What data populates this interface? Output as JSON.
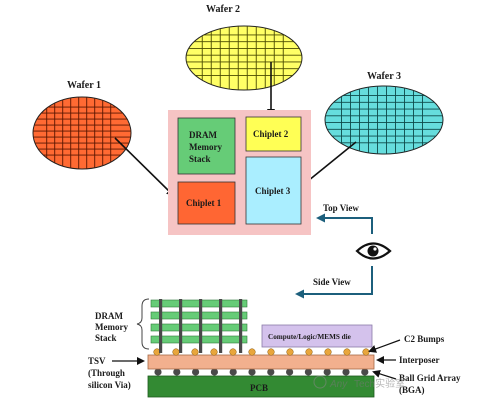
{
  "wafers": [
    {
      "label": "Wafer 2",
      "color": "#ffff66",
      "grid": "#4a4a00"
    },
    {
      "label": "Wafer 1",
      "color": "#ff6a33",
      "grid": "#5a1600"
    },
    {
      "label": "Wafer 3",
      "color": "#66dddd",
      "grid": "#0e4a4a"
    }
  ],
  "top_view": {
    "label": "Top View",
    "package_color": "#f6c4c4",
    "blocks": [
      {
        "label_lines": [
          "DRAM",
          "Memory",
          "Stack"
        ],
        "color": "#66cc77"
      },
      {
        "label_lines": [
          "Chiplet 2"
        ],
        "color": "#ffff55"
      },
      {
        "label_lines": [
          "Chiplet 1"
        ],
        "color": "#ff6633"
      },
      {
        "label_lines": [
          "Chiplet 3"
        ],
        "color": "#aaeeff"
      }
    ]
  },
  "eye_icon": "eye-icon",
  "side_view": {
    "label": "Side View",
    "dram_label_lines": [
      "DRAM",
      "Memory",
      "Stack"
    ],
    "compute_label": "Compute/Logic/MEMS die",
    "pcb_label": "PCB",
    "tsv_label_lines": [
      "TSV",
      "(Through",
      "silicon Via)"
    ],
    "callouts": [
      "C2 Bumps",
      "Interposer",
      "Ball Grid Array",
      "(BGA)"
    ],
    "colors": {
      "dram": "#66cc77",
      "compute": "#d4c2ec",
      "interposer": "#f2b08e",
      "pcb": "#338a33",
      "bumps": "#e8a63c"
    }
  },
  "watermark": {
    "lines": [
      "Any",
      "Tech实验室"
    ]
  }
}
